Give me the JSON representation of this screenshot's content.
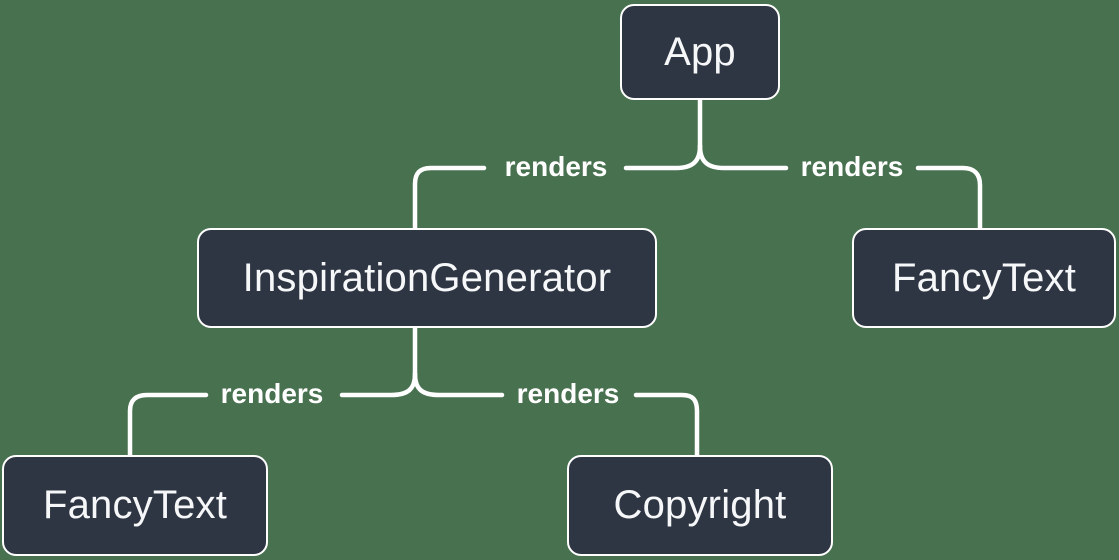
{
  "colors": {
    "page-bg": "#487150",
    "node-bg": "#2f3643",
    "node-border": "#ffffff",
    "node-text": "#f6f7f9",
    "edge-line": "#ffffff",
    "edge-label-text": "#ffffff"
  },
  "nodes": {
    "app": {
      "label": "App"
    },
    "inspiration_generator": {
      "label": "InspirationGenerator"
    },
    "fancy_text_top": {
      "label": "FancyText"
    },
    "fancy_text_bottom": {
      "label": "FancyText"
    },
    "copyright": {
      "label": "Copyright"
    }
  },
  "edges": {
    "app_to_inspiration_generator": {
      "label": "renders"
    },
    "app_to_fancy_text": {
      "label": "renders"
    },
    "inspiration_generator_to_fancy_text": {
      "label": "renders"
    },
    "inspiration_generator_to_copyright": {
      "label": "renders"
    }
  }
}
